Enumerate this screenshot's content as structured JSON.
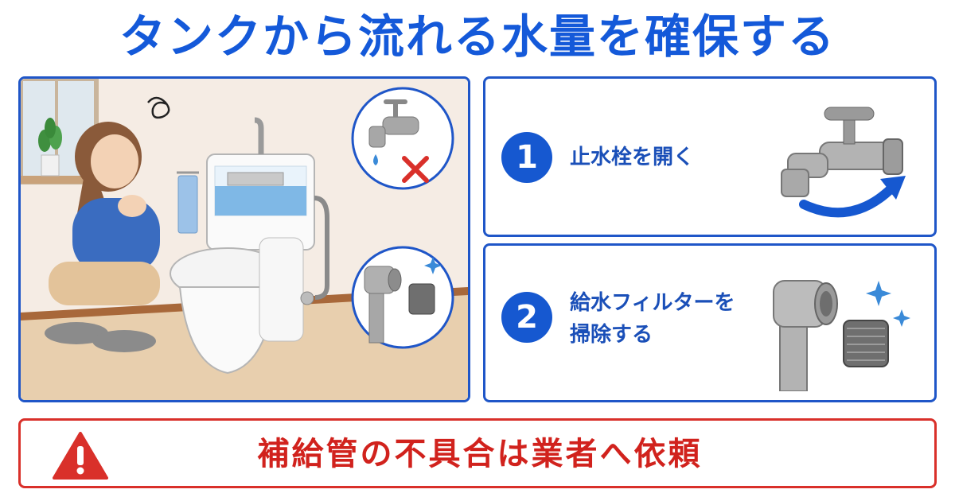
{
  "title": "タンクから流れる水量を確保する",
  "steps": [
    {
      "number": "1",
      "text": "止水栓を開く",
      "icon": "faucet-open-icon"
    },
    {
      "number": "2",
      "text_line1": "給水フィルターを",
      "text_line2": "掃除する",
      "icon": "pipe-filter-icon"
    }
  ],
  "warning": {
    "text": "補給管の不具合は業者へ依頼",
    "icon": "warning-triangle-icon"
  },
  "colors": {
    "primary": "#1658d0",
    "warning": "#d1221d",
    "border": "#1f56c8"
  }
}
